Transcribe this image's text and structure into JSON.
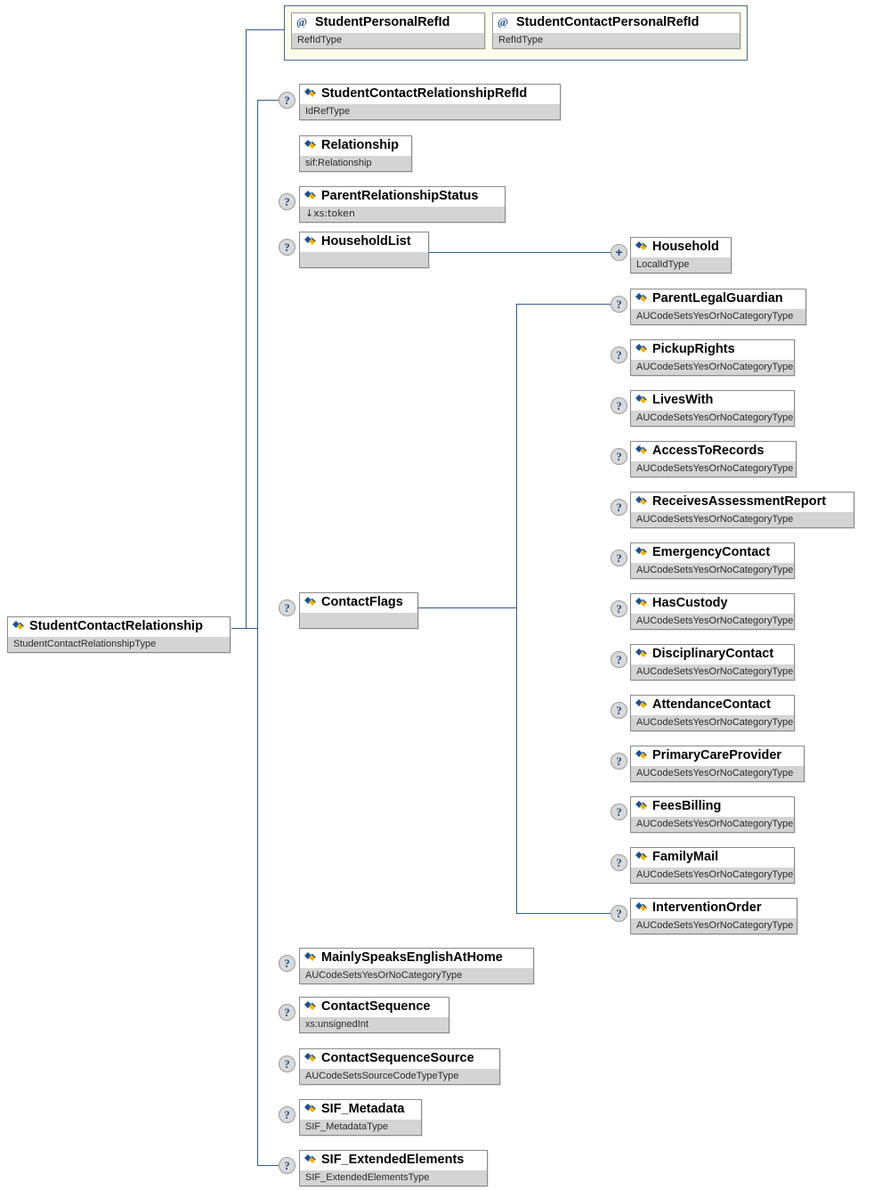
{
  "diagram": {
    "title": "StudentContactRelationship",
    "style": "xml-schema-tree",
    "colors": {
      "line": "#2f5c8f",
      "node_border": "#8a8a8a",
      "type_row_bg": "#d4d4d4",
      "attr_group_bg": "#fdfdec",
      "attr_group_border": "#46688f",
      "badge_bg": "#d9d9d9",
      "badge_text": "#1f4e8c"
    }
  },
  "root": {
    "name": "StudentContactRelationship",
    "type": "StudentContactRelationshipType",
    "icon": "element-icon"
  },
  "attribute_group": {
    "attributes": [
      {
        "name": "StudentPersonalRefId",
        "type": "RefIdType",
        "icon": "attribute-icon"
      },
      {
        "name": "StudentContactPersonalRefId",
        "type": "RefIdType",
        "icon": "attribute-icon"
      }
    ]
  },
  "children": [
    {
      "name": "StudentContactRelationshipRefId",
      "type": "IdRefType",
      "badge": "?",
      "icon": "element-icon"
    },
    {
      "name": "Relationship",
      "type": "sif:Relationship",
      "badge": "",
      "icon": "element-icon"
    },
    {
      "name": "ParentRelationshipStatus",
      "type": "↓xs:token",
      "badge": "?",
      "icon": "element-icon"
    },
    {
      "name": "HouseholdList",
      "type": "",
      "badge": "?",
      "icon": "element-icon"
    },
    {
      "name": "ContactFlags",
      "type": "",
      "badge": "?",
      "icon": "element-icon"
    },
    {
      "name": "MainlySpeaksEnglishAtHome",
      "type": "AUCodeSetsYesOrNoCategoryType",
      "badge": "?",
      "icon": "element-icon"
    },
    {
      "name": "ContactSequence",
      "type": "xs:unsignedInt",
      "badge": "?",
      "icon": "element-icon"
    },
    {
      "name": "ContactSequenceSource",
      "type": "AUCodeSetsSourceCodeTypeType",
      "badge": "?",
      "icon": "element-icon"
    },
    {
      "name": "SIF_Metadata",
      "type": "SIF_MetadataType",
      "badge": "?",
      "icon": "element-icon"
    },
    {
      "name": "SIF_ExtendedElements",
      "type": "SIF_ExtendedElementsType",
      "badge": "?",
      "icon": "element-icon"
    }
  ],
  "household_list_children": [
    {
      "name": "Household",
      "type": "LocalIdType",
      "badge": "+",
      "icon": "element-icon"
    }
  ],
  "contact_flags_children": [
    {
      "name": "ParentLegalGuardian",
      "type": "AUCodeSetsYesOrNoCategoryType",
      "badge": "?",
      "icon": "element-icon"
    },
    {
      "name": "PickupRights",
      "type": "AUCodeSetsYesOrNoCategoryType",
      "badge": "?",
      "icon": "element-icon"
    },
    {
      "name": "LivesWith",
      "type": "AUCodeSetsYesOrNoCategoryType",
      "badge": "?",
      "icon": "element-icon"
    },
    {
      "name": "AccessToRecords",
      "type": "AUCodeSetsYesOrNoCategoryType",
      "badge": "?",
      "icon": "element-icon"
    },
    {
      "name": "ReceivesAssessmentReport",
      "type": "AUCodeSetsYesOrNoCategoryType",
      "badge": "?",
      "icon": "element-icon"
    },
    {
      "name": "EmergencyContact",
      "type": "AUCodeSetsYesOrNoCategoryType",
      "badge": "?",
      "icon": "element-icon"
    },
    {
      "name": "HasCustody",
      "type": "AUCodeSetsYesOrNoCategoryType",
      "badge": "?",
      "icon": "element-icon"
    },
    {
      "name": "DisciplinaryContact",
      "type": "AUCodeSetsYesOrNoCategoryType",
      "badge": "?",
      "icon": "element-icon"
    },
    {
      "name": "AttendanceContact",
      "type": "AUCodeSetsYesOrNoCategoryType",
      "badge": "?",
      "icon": "element-icon"
    },
    {
      "name": "PrimaryCareProvider",
      "type": "AUCodeSetsYesOrNoCategoryType",
      "badge": "?",
      "icon": "element-icon"
    },
    {
      "name": "FeesBilling",
      "type": "AUCodeSetsYesOrNoCategoryType",
      "badge": "?",
      "icon": "element-icon"
    },
    {
      "name": "FamilyMail",
      "type": "AUCodeSetsYesOrNoCategoryType",
      "badge": "?",
      "icon": "element-icon"
    },
    {
      "name": "InterventionOrder",
      "type": "AUCodeSetsYesOrNoCategoryType",
      "badge": "?",
      "icon": "element-icon"
    }
  ]
}
